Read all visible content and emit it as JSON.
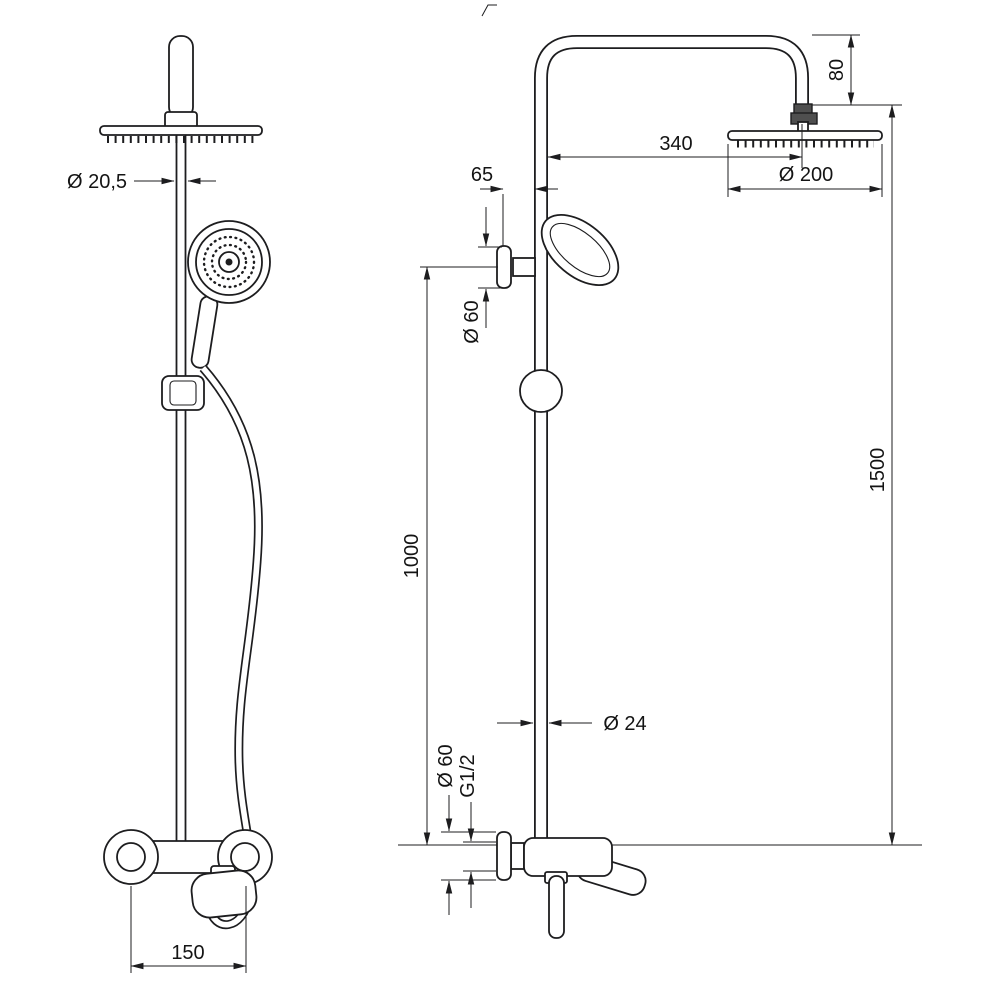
{
  "colors": {
    "line": "#1d1d1f",
    "background": "#ffffff"
  },
  "dims": {
    "hand_pipe_diameter": "Ø 20,5",
    "mixer_centers": "150",
    "head_drop": "80",
    "arm_reach": "340",
    "head_diameter": "Ø 200",
    "holder_offset": "65",
    "holder_diameter": "Ø 60",
    "rail_height": "1000",
    "pipe_diameter": "Ø 24",
    "flange_diameter": "Ø 60",
    "thread_size": "G1/2",
    "total_height": "1500"
  }
}
